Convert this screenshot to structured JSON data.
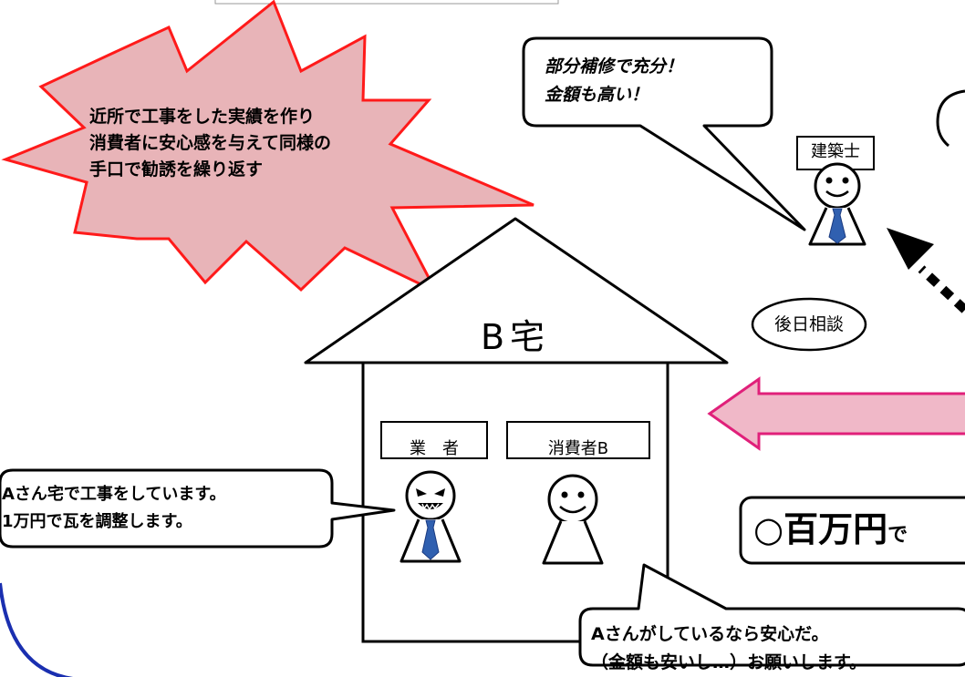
{
  "burst": {
    "lines": [
      "近所で工事をした実績を作り",
      "消費者に安心感を与えて同様の",
      "手口で勧誘を繰り返す"
    ]
  },
  "architect": {
    "label": "建築士",
    "bubble_lines": [
      "部分補修で充分！",
      "金額も高い！"
    ]
  },
  "consult": {
    "label": "後日相談"
  },
  "house": {
    "label": "B宅"
  },
  "vendor": {
    "label": "業　者",
    "bubble_lines": [
      "Aさん宅で工事をしています。",
      "1万円で瓦を調整します。"
    ]
  },
  "consumer": {
    "label": "消費者B",
    "bubble_lines": [
      "Aさんがしているなら安心だ。",
      "（金額も安いし…）お願いします。"
    ]
  },
  "price": {
    "main": "○百万円",
    "suffix": "で"
  },
  "colors": {
    "burst_fill": "#e8b4b8",
    "burst_stroke": "#ff1a1a",
    "arrow_fill": "#f0b8c8",
    "arrow_stroke": "#e0207a",
    "tie": "#3060b0",
    "frame": "#1a2fb0"
  }
}
